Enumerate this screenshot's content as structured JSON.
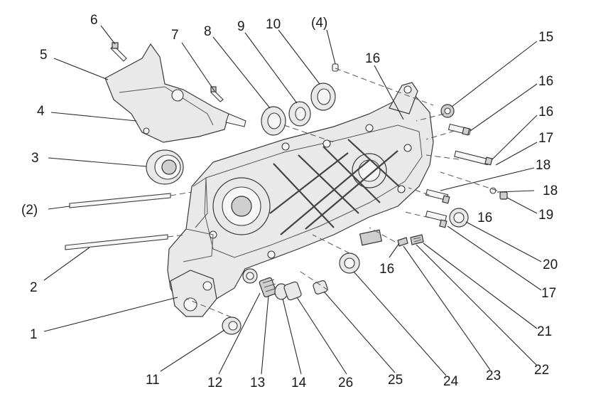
{
  "callouts": [
    {
      "id": "c1",
      "text": "1"
    },
    {
      "id": "c2",
      "text": "2"
    },
    {
      "id": "c2p",
      "text": "(2)"
    },
    {
      "id": "c3",
      "text": "3"
    },
    {
      "id": "c4",
      "text": "4"
    },
    {
      "id": "c4p",
      "text": "(4)"
    },
    {
      "id": "c5",
      "text": "5"
    },
    {
      "id": "c6",
      "text": "6"
    },
    {
      "id": "c7",
      "text": "7"
    },
    {
      "id": "c8",
      "text": "8"
    },
    {
      "id": "c9",
      "text": "9"
    },
    {
      "id": "c10",
      "text": "10"
    },
    {
      "id": "c11",
      "text": "11"
    },
    {
      "id": "c12",
      "text": "12"
    },
    {
      "id": "c13",
      "text": "13"
    },
    {
      "id": "c14",
      "text": "14"
    },
    {
      "id": "c15",
      "text": "15"
    },
    {
      "id": "c16a",
      "text": "16"
    },
    {
      "id": "c16b",
      "text": "16"
    },
    {
      "id": "c16c",
      "text": "16"
    },
    {
      "id": "c16d",
      "text": "16"
    },
    {
      "id": "c16e",
      "text": "16"
    },
    {
      "id": "c17a",
      "text": "17"
    },
    {
      "id": "c17b",
      "text": "17"
    },
    {
      "id": "c18a",
      "text": "18"
    },
    {
      "id": "c18b",
      "text": "18"
    },
    {
      "id": "c19",
      "text": "19"
    },
    {
      "id": "c20",
      "text": "20"
    },
    {
      "id": "c21",
      "text": "21"
    },
    {
      "id": "c22",
      "text": "22"
    },
    {
      "id": "c23",
      "text": "23"
    },
    {
      "id": "c24",
      "text": "24"
    },
    {
      "id": "c25",
      "text": "25"
    },
    {
      "id": "c26",
      "text": "26"
    }
  ]
}
